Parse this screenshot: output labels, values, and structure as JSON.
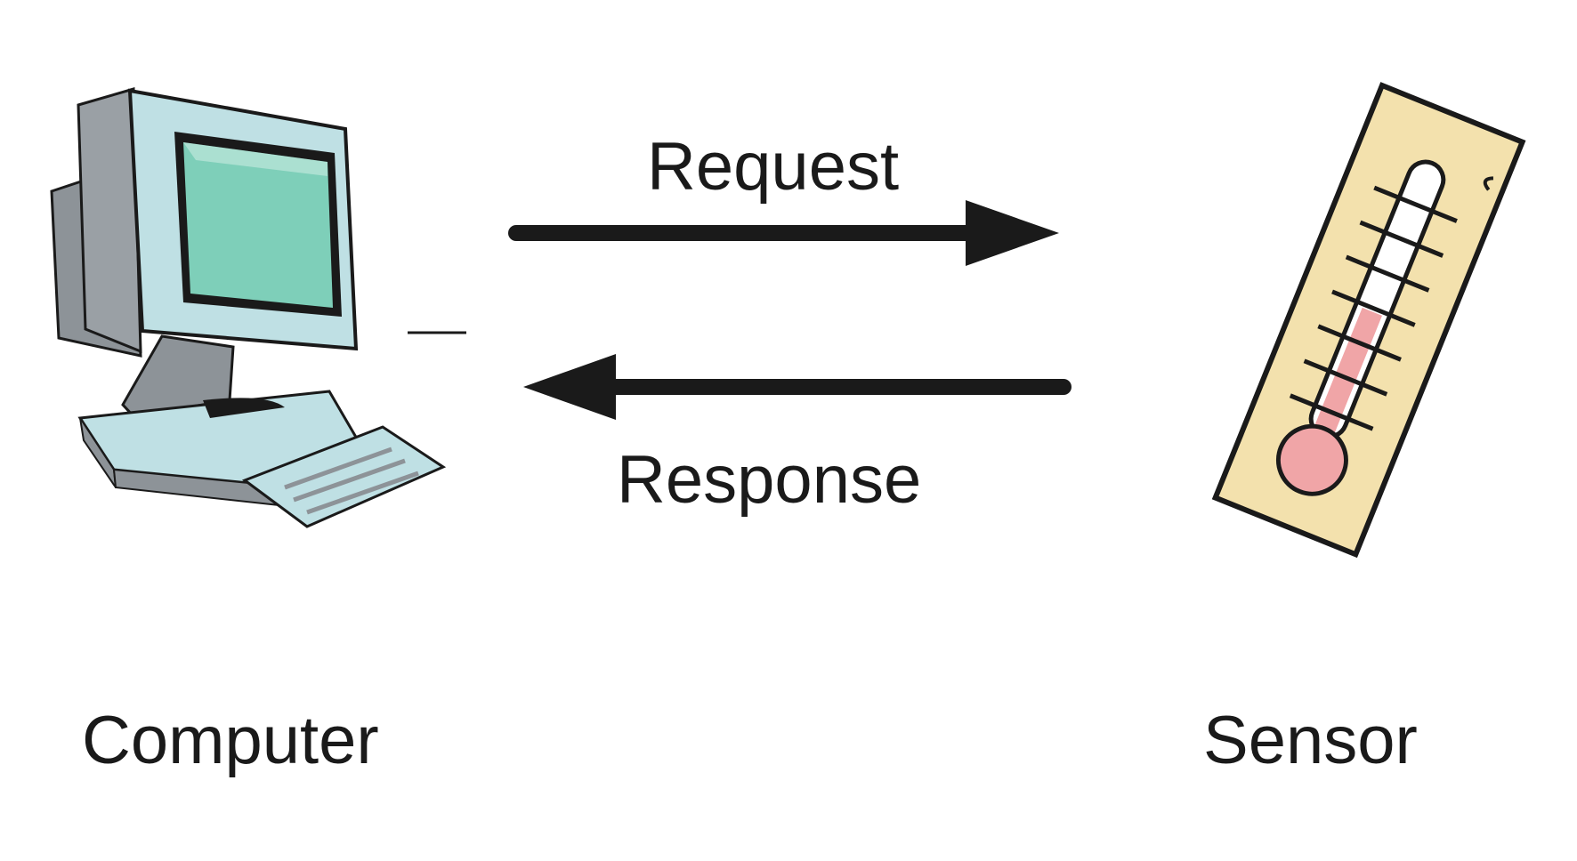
{
  "nodes": {
    "computer": {
      "label": "Computer",
      "icon": "computer-icon"
    },
    "sensor": {
      "label": "Sensor",
      "icon": "thermometer-icon"
    }
  },
  "edges": [
    {
      "from": "computer",
      "to": "sensor",
      "label": "Request"
    },
    {
      "from": "sensor",
      "to": "computer",
      "label": "Response"
    }
  ],
  "colors": {
    "screen": "#7ecfb9",
    "monitor_frame": "#bfe0e4",
    "case_grey": "#8d9398",
    "outline": "#1a1a1a",
    "thermo_background": "#f3e1ad",
    "mercury": "#f0a5a7",
    "arrow": "#1a1a1a"
  }
}
